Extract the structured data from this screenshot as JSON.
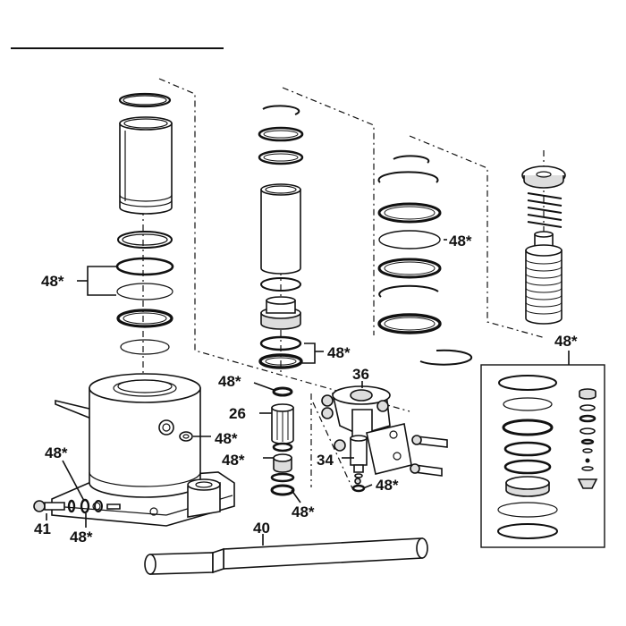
{
  "labels": {
    "seal_kit_a": "48*",
    "seal_kit_b": "48*",
    "seal_kit_c": "48*",
    "seal_kit_d": "48*",
    "seal_kit_e": "48*",
    "seal_kit_f": "48*",
    "seal_kit_g": "48*",
    "seal_kit_h": "48*",
    "seal_kit_i": "48*",
    "seal_kit_j": "48*",
    "seal_kit_k": "48*",
    "pump_piston": "26",
    "pump_body": "36",
    "release_valve": "34",
    "handle": "40",
    "screw": "41"
  }
}
